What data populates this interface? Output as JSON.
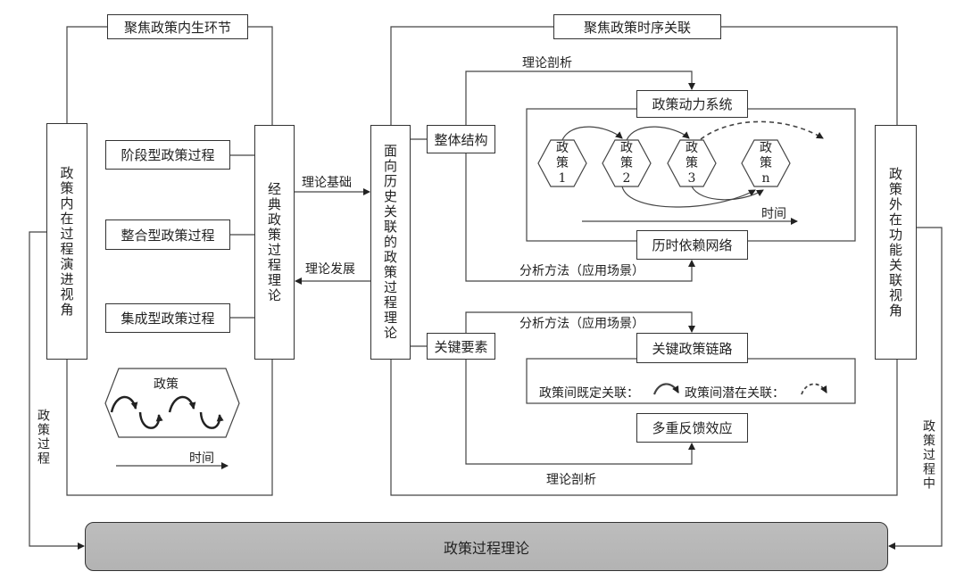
{
  "left_panel": {
    "title": "聚焦政策内生环节",
    "perspective": "政策内在过程演进视角",
    "items": [
      "阶段型政策过程",
      "整合型政策过程",
      "集成型政策过程"
    ],
    "theory": "经典政策过程理论",
    "hex_label": "政策",
    "time_label": "时间",
    "process_label": "政策过程"
  },
  "middle": {
    "to_right_label": "理论基础",
    "to_left_label": "理论发展",
    "theory": "面向历史关联的政策过程理论"
  },
  "right_panel": {
    "title": "聚焦政策时序关联",
    "overall_structure": "整体结构",
    "key_elements": "关键要素",
    "top_analysis_label": "理论剖析",
    "dynamic_system": "政策动力系统",
    "policies": [
      {
        "line1": "政",
        "line2": "策",
        "line3": "1"
      },
      {
        "line1": "政",
        "line2": "策",
        "line3": "2"
      },
      {
        "line1": "政",
        "line2": "策",
        "line3": "3"
      },
      {
        "line1": "政",
        "line2": "策",
        "line3": "n"
      }
    ],
    "time_label": "时间",
    "dependency_network": "历时依赖网络",
    "method_label_1": "分析方法（应用场景）",
    "method_label_2": "分析方法（应用场景）",
    "key_chain": "关键政策链路",
    "established_link": "政策间既定关联：",
    "potential_link": "政策间潜在关联：",
    "feedback": "多重反馈效应",
    "bottom_analysis_label": "理论剖析",
    "perspective": "政策外在功能关联视角",
    "process_label": "政策过程中"
  },
  "bottom": {
    "label": "政策过程理论"
  },
  "colors": {
    "line": "#333333",
    "bottom_fill": "#b8b8b8"
  }
}
